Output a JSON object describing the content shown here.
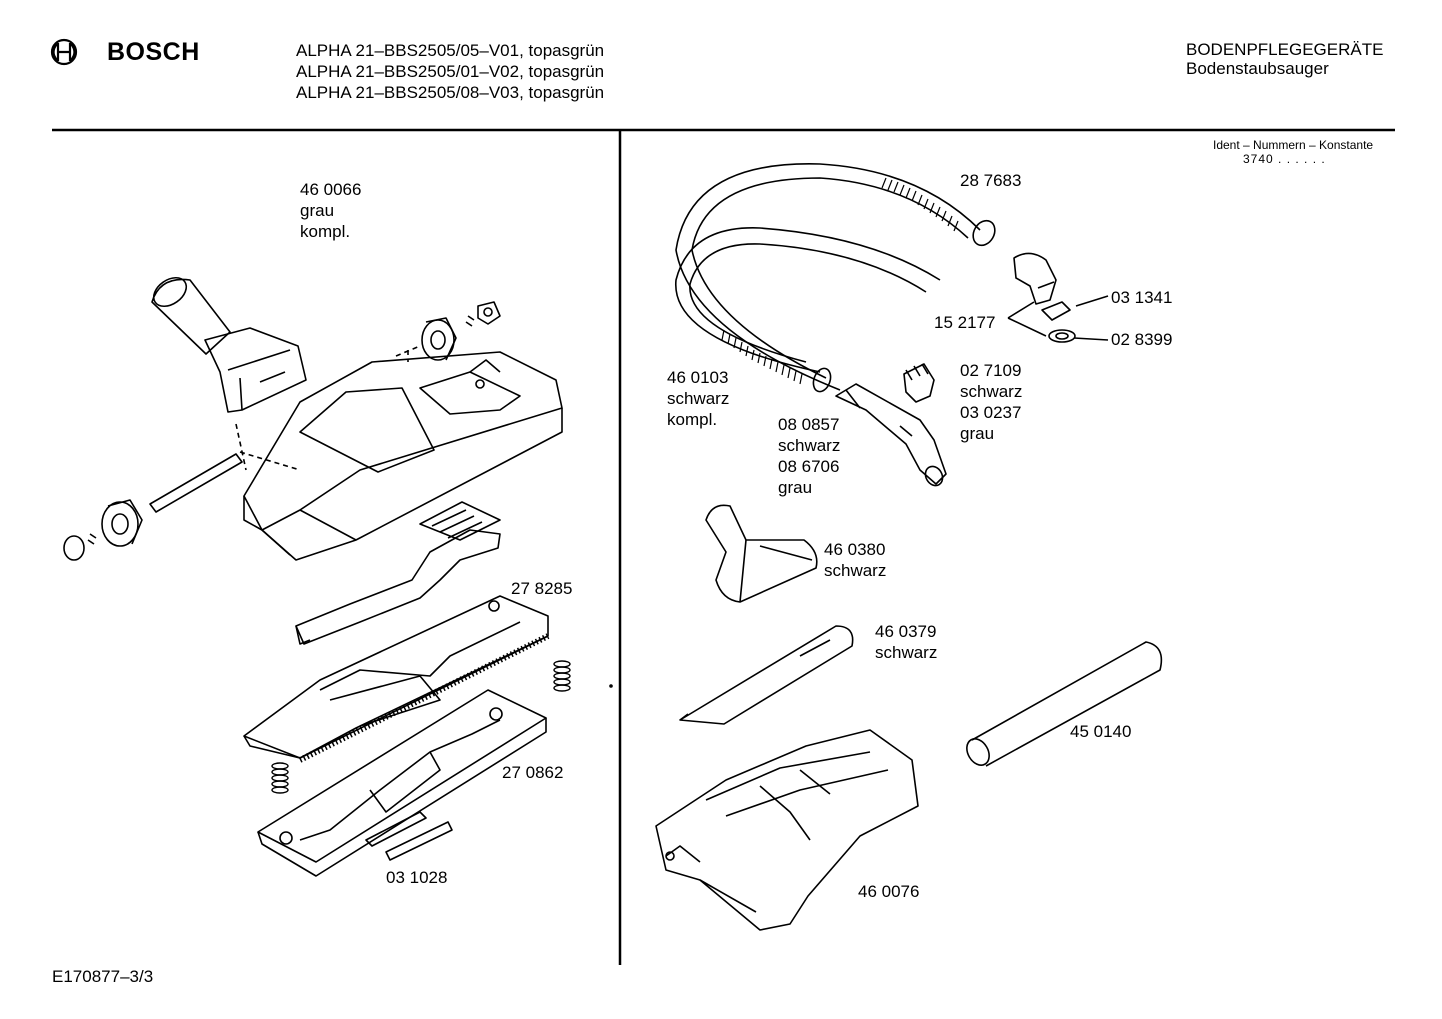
{
  "header": {
    "brand": "BOSCH",
    "models": [
      "ALPHA 21–BBS2505/05–V01, topasgrün",
      "ALPHA 21–BBS2505/01–V02, topasgrün",
      "ALPHA 21–BBS2505/08–V03, topasgrün"
    ],
    "category": "BODENPFLEGEGERÄTE",
    "subcategory": "Bodenstaubsauger"
  },
  "ident": {
    "label": "Ident – Nummern – Konstante",
    "value": "3740  . .   . . . ."
  },
  "parts": {
    "p460066": {
      "number": "46 0066",
      "line2": "grau",
      "line3": "kompl."
    },
    "p278285": {
      "number": "27 8285"
    },
    "p270862": {
      "number": "27 0862"
    },
    "p031028": {
      "number": "03 1028"
    },
    "p287683": {
      "number": "28 7683"
    },
    "p031341": {
      "number": "03 1341"
    },
    "p152177": {
      "number": "15 2177"
    },
    "p028399": {
      "number": "02 8399"
    },
    "p460103": {
      "number": "46 0103",
      "line2": "schwarz",
      "line3": "kompl."
    },
    "p027109": {
      "number": "02 7109",
      "line2": "schwarz",
      "line3": "03 0237",
      "line4": "grau"
    },
    "p080857": {
      "number": "08 0857",
      "line2": "schwarz",
      "line3": "08 6706",
      "line4": "grau"
    },
    "p460380": {
      "number": "46 0380",
      "line2": "schwarz"
    },
    "p460379": {
      "number": "46 0379",
      "line2": "schwarz"
    },
    "p450140": {
      "number": "45 0140"
    },
    "p460076": {
      "number": "46 0076"
    }
  },
  "footer": {
    "code": "E170877–3/3"
  }
}
